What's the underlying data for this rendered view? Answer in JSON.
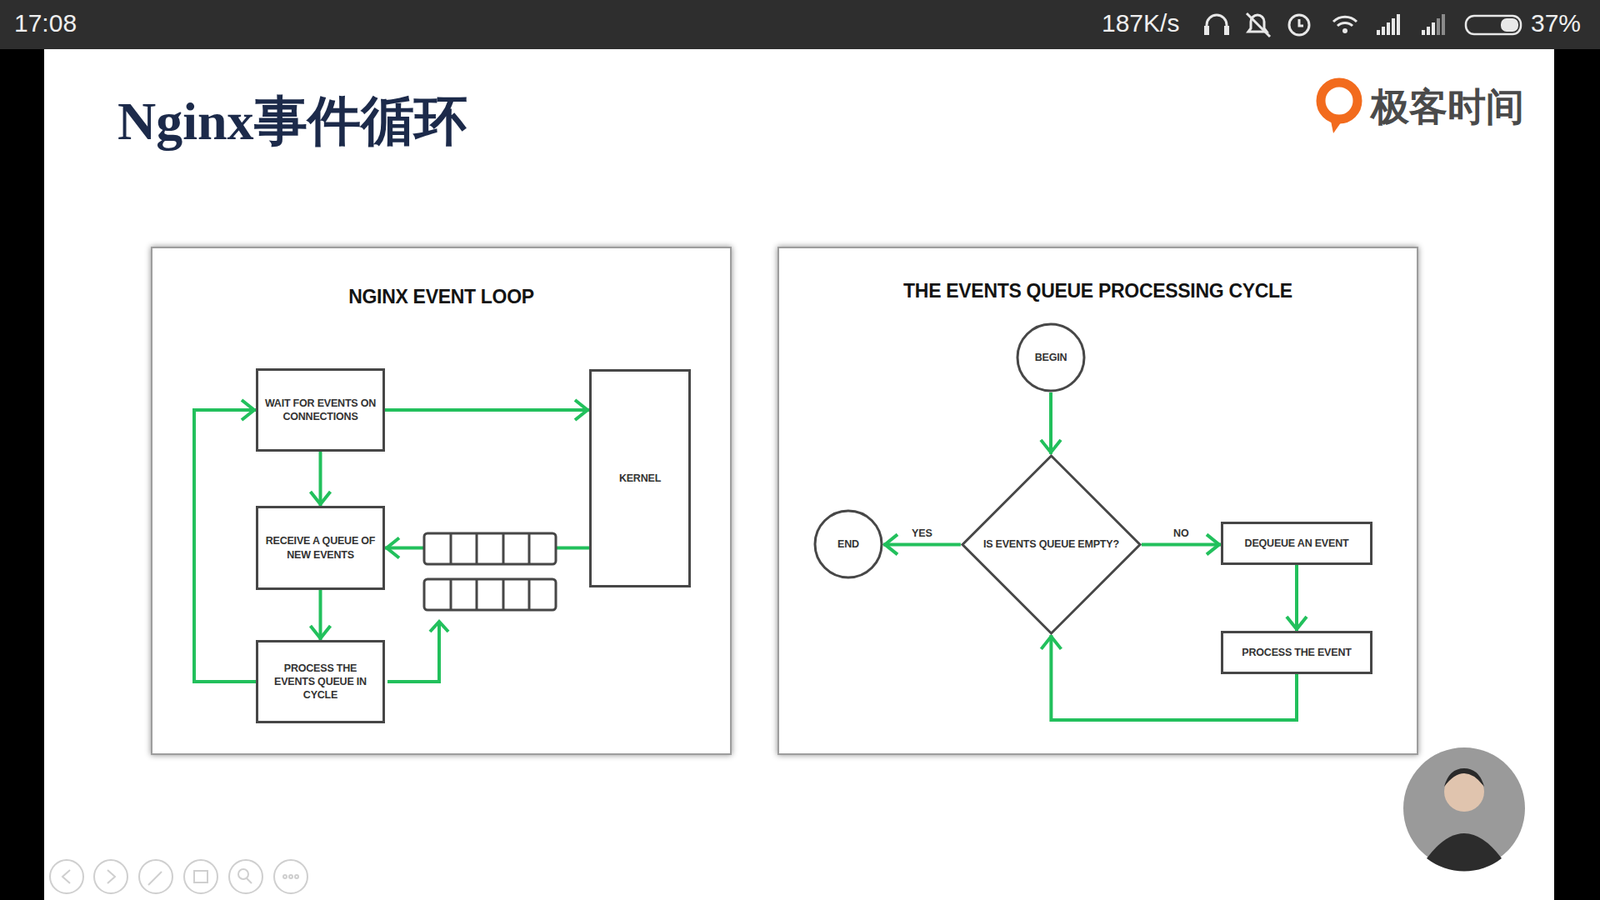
{
  "diagram": {
    "title": "Nginx事件循环",
    "nodes": [
      {
        "text": [
          "NGINX EVENT LOOP"
        ]
      },
      {
        "text": [
          "WAIT FOR EVENTS ON CONNECTIONS"
        ],
        "in": 0
      },
      {
        "text": [
          "RECEIVE A QUEUE OF NEW EVENTS"
        ],
        "in": 0
      },
      {
        "text": [
          "PROCESS THE EVENTS QUEUE IN CYCLE"
        ],
        "in": 0
      },
      {
        "text": [
          "KERNEL"
        ],
        "in": 0
      },
      {
        "text": [
          "THE EVENTS QUEUE PROCESSING CYCLE"
        ]
      },
      {
        "text": [
          "BEGIN"
        ],
        "in": 5
      },
      {
        "text": [
          "IS EVENTS QUEUE EMPTY?"
        ],
        "in": 5
      },
      {
        "text": [
          "END"
        ],
        "in": 5
      },
      {
        "text": [
          "DEQUEUE AN EVENT"
        ],
        "in": 5
      },
      {
        "text": [
          "PROCESS THE EVENT"
        ],
        "in": 5
      }
    ],
    "edges": [
      {
        "from": 1,
        "to": 2,
        "arrow": "to"
      },
      {
        "from": 2,
        "to": 3,
        "arrow": "to"
      },
      {
        "from": 3,
        "to": 1,
        "arrow": "to"
      },
      {
        "from": 1,
        "to": 4,
        "arrow": "to"
      },
      {
        "from": 4,
        "to": 2,
        "arrow": "to"
      },
      {
        "from": 6,
        "to": 7,
        "arrow": "to"
      },
      {
        "from": 7,
        "to": 8,
        "label": "YES",
        "arrow": "to"
      },
      {
        "from": 7,
        "to": 9,
        "label": "NO",
        "arrow": "to"
      },
      {
        "from": 9,
        "to": 10,
        "arrow": "to"
      },
      {
        "from": 10,
        "to": 7,
        "arrow": "to"
      }
    ],
    "labels": [
      "17:08",
      "187K/s",
      "37%",
      "极客时间"
    ]
  }
}
